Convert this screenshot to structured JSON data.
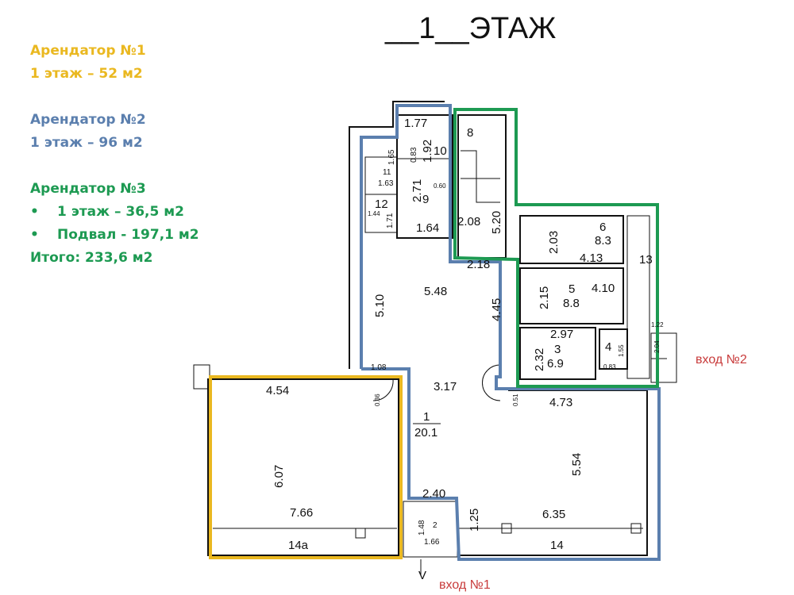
{
  "title": "__1__ЭТАЖ",
  "legend": {
    "tenant1": {
      "name": "Арендатор №1",
      "line": "1 этаж – 52 м2",
      "color": "#eab820"
    },
    "tenant2": {
      "name": "Арендатор №2",
      "line": "1 этаж – 96 м2",
      "color": "#5b7fae"
    },
    "tenant3": {
      "name": "Арендатор №3",
      "bullet": "•",
      "line1": "1 этаж – 36,5 м2",
      "line2": "Подвал - 197,1 м2",
      "total": "Итого: 233,6 м2",
      "color": "#1d9a52"
    }
  },
  "plan": {
    "entrance1": "вход №1",
    "entrance2": "вход №2",
    "entrance_mark": "V",
    "labels": {
      "l177": "1.77",
      "l10": "10",
      "l192": "1.92",
      "l083": "0.83",
      "l165": "1.65",
      "l11": "11",
      "l163": "1.63",
      "l271": "2.71",
      "l9": "9",
      "l12": "12",
      "l144": "1.44",
      "l171": "1.71",
      "l164": "1.64",
      "l060": "0.60",
      "l8": "8",
      "l208": "2.08",
      "l520": "5.20",
      "l218": "2.18",
      "l6": "6",
      "l83": "8.3",
      "l203": "2.03",
      "l413": "4.13",
      "l13": "13",
      "l215": "2.15",
      "l5": "5",
      "l88": "8.8",
      "l410": "4.10",
      "l297": "2.97",
      "l232": "2.32",
      "l3": "3",
      "l69": "6.9",
      "l4": "4",
      "l155": "1.55",
      "l083b": "0.83",
      "l122": "1.22",
      "l204": "2.04",
      "l548": "5.48",
      "l510": "5.10",
      "l445": "4.45",
      "l108": "1.08",
      "l317": "3.17",
      "l1": "1",
      "l201": "20.1",
      "l454": "4.54",
      "l036": "0.36",
      "l607": "6.07",
      "l766": "7.66",
      "l14a": "14a",
      "l051": "0.51",
      "l473": "4.73",
      "l554": "5.54",
      "l635": "6.35",
      "l14": "14",
      "l240": "2.40",
      "l125": "1.25",
      "l148": "1.48",
      "l2": "2",
      "l166": "1.66"
    }
  }
}
